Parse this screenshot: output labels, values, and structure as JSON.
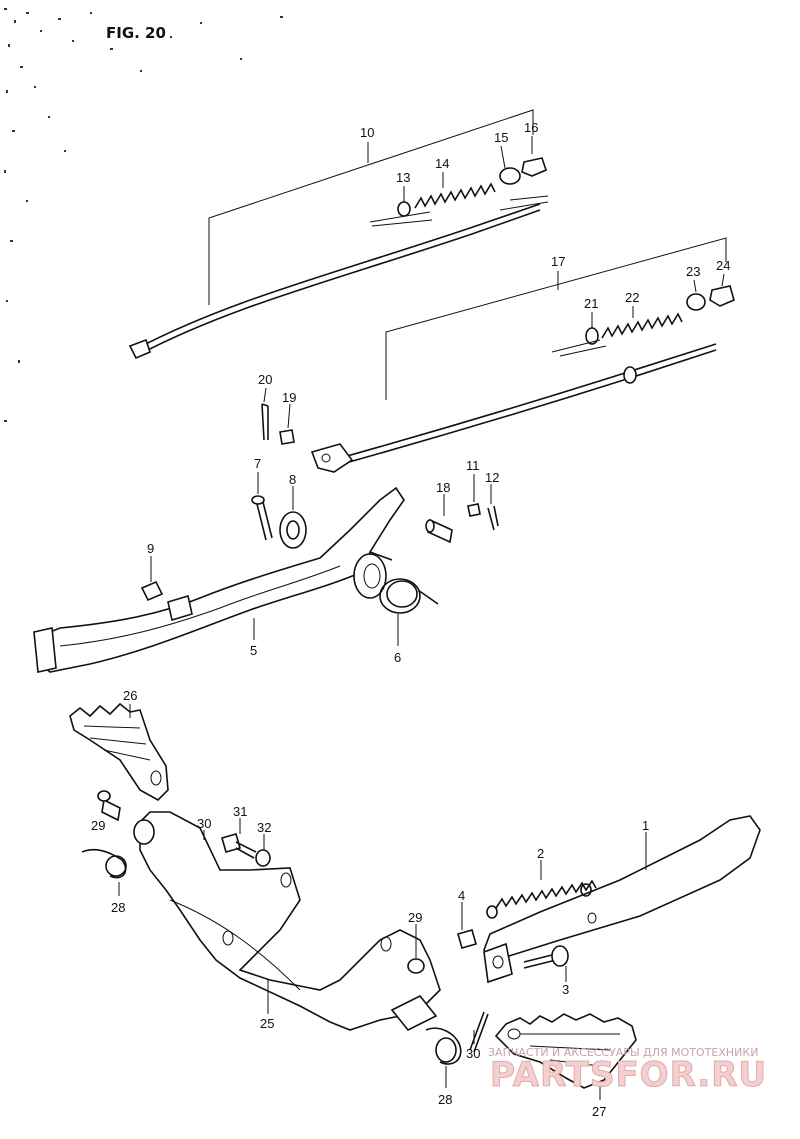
{
  "figure": {
    "title": "FIG. 20"
  },
  "watermark": {
    "caption": "ЗАПЧАСТИ И АКСЕССУАРЫ ДЛЯ МОТОТЕХНИКИ",
    "brand": "PARTSFOR.RU"
  },
  "callouts": [
    {
      "id": "c10",
      "text": "10"
    },
    {
      "id": "c13",
      "text": "13"
    },
    {
      "id": "c14",
      "text": "14"
    },
    {
      "id": "c15",
      "text": "15"
    },
    {
      "id": "c16",
      "text": "16"
    },
    {
      "id": "c17",
      "text": "17"
    },
    {
      "id": "c21",
      "text": "21"
    },
    {
      "id": "c22",
      "text": "22"
    },
    {
      "id": "c23",
      "text": "23"
    },
    {
      "id": "c24",
      "text": "24"
    },
    {
      "id": "c20",
      "text": "20"
    },
    {
      "id": "c19",
      "text": "19"
    },
    {
      "id": "c7",
      "text": "7"
    },
    {
      "id": "c8",
      "text": "8"
    },
    {
      "id": "c18",
      "text": "18"
    },
    {
      "id": "c11",
      "text": "11"
    },
    {
      "id": "c12",
      "text": "12"
    },
    {
      "id": "c9",
      "text": "9"
    },
    {
      "id": "c5",
      "text": "5"
    },
    {
      "id": "c6",
      "text": "6"
    },
    {
      "id": "c26",
      "text": "26"
    },
    {
      "id": "c29a",
      "text": "29"
    },
    {
      "id": "c30a",
      "text": "30"
    },
    {
      "id": "c31",
      "text": "31"
    },
    {
      "id": "c32",
      "text": "32"
    },
    {
      "id": "c28a",
      "text": "28"
    },
    {
      "id": "c1",
      "text": "1"
    },
    {
      "id": "c2",
      "text": "2"
    },
    {
      "id": "c4",
      "text": "4"
    },
    {
      "id": "c29b",
      "text": "29"
    },
    {
      "id": "c3",
      "text": "3"
    },
    {
      "id": "c25",
      "text": "25"
    },
    {
      "id": "c30b",
      "text": "30"
    },
    {
      "id": "c28b",
      "text": "28"
    },
    {
      "id": "c27",
      "text": "27"
    }
  ]
}
